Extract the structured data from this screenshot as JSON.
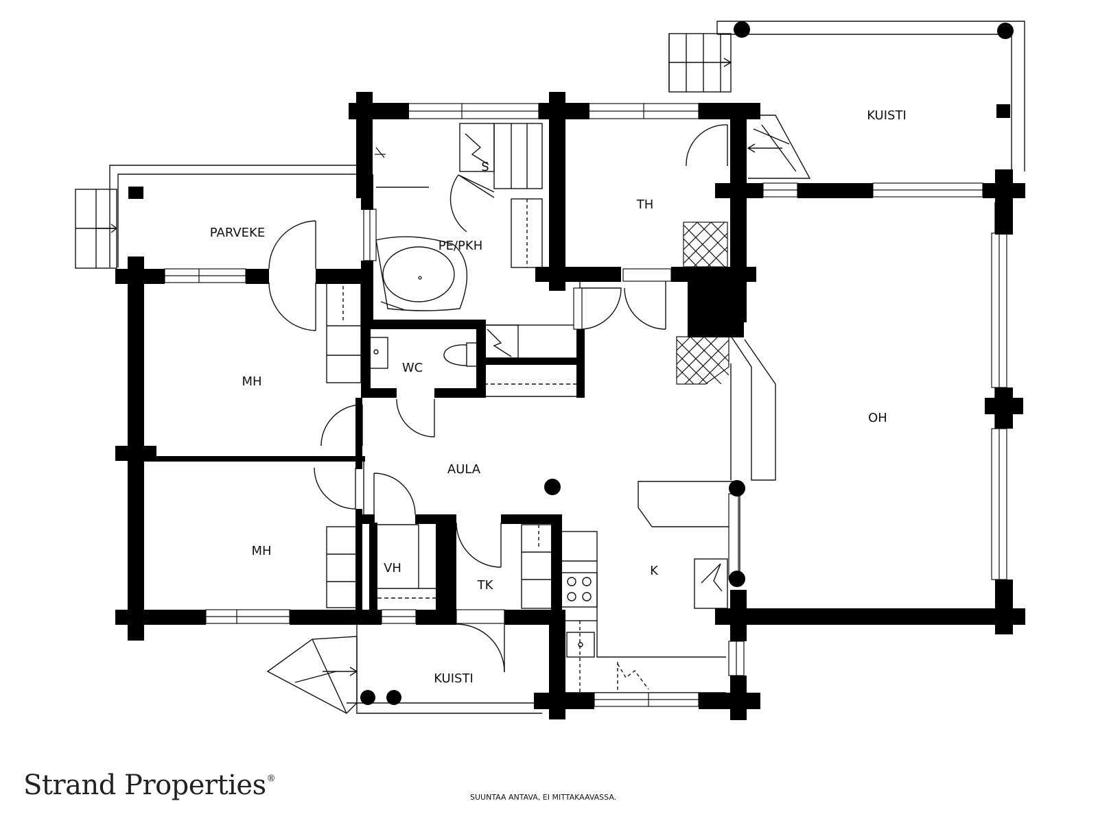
{
  "floorplan": {
    "rooms": {
      "kuisti_top": "KUISTI",
      "s": "S",
      "th": "TH",
      "parveke": "PARVEKE",
      "pe_pkh": "PE/PKH",
      "wc": "WC",
      "mh_upper": "MH",
      "aula": "AULA",
      "oh": "OH",
      "mh_lower": "MH",
      "vh": "VH",
      "tk": "TK",
      "k": "K",
      "kuisti_bottom": "KUISTI"
    }
  },
  "footer": {
    "brand": "Strand Properties",
    "brand_mark": "®",
    "disclaimer": "SUUNTAA ANTAVA, EI MITTAKAAVASSA."
  },
  "colors": {
    "wall": "#000000",
    "line": "#111111",
    "background": "#ffffff"
  }
}
